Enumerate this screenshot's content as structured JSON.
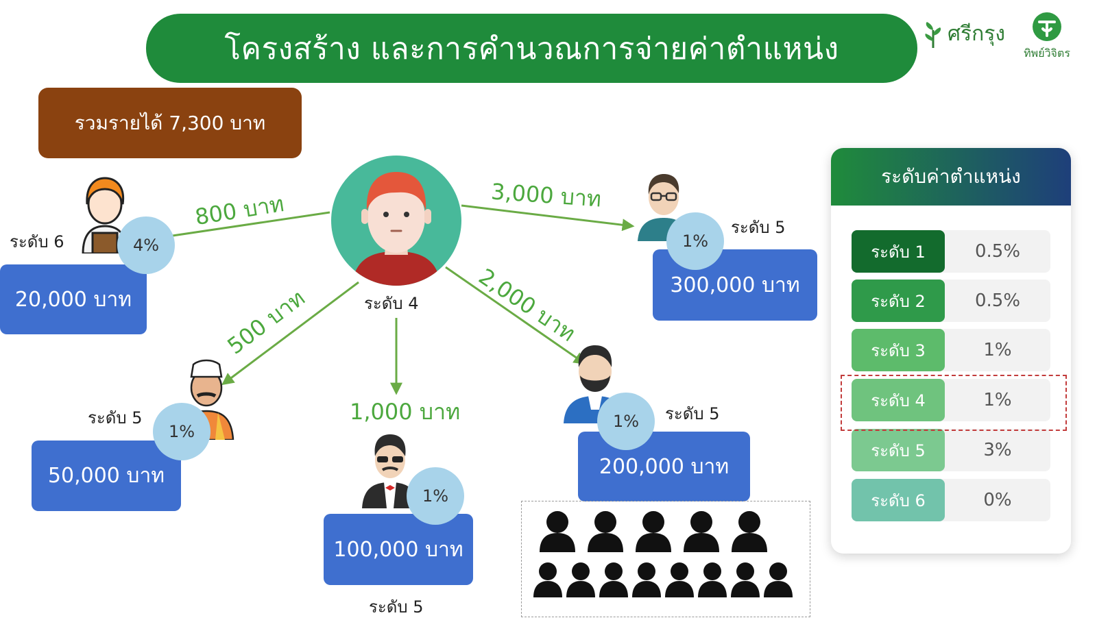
{
  "title": "โครงสร้าง และการคำนวณการจ่ายค่าตำแหน่ง",
  "logos": {
    "sirikrung": "ศรีกรุง",
    "thipwichit": "ทิพย์วิจิตร"
  },
  "total_income": "รวมรายได้ 7,300 บาท",
  "center": {
    "level": "ระดับ 4"
  },
  "nodes": [
    {
      "id": "n1",
      "level": "ระดับ 6",
      "percent": "4%",
      "amount": "20,000 บาท",
      "edge_label": "800 บาท"
    },
    {
      "id": "n2",
      "level": "ระดับ 5",
      "percent": "1%",
      "amount": "300,000 บาท",
      "edge_label": "3,000 บาท"
    },
    {
      "id": "n3",
      "level": "ระดับ 5",
      "percent": "1%",
      "amount": "50,000 บาท",
      "edge_label": "500 บาท"
    },
    {
      "id": "n4",
      "level": "ระดับ 5",
      "percent": "1%",
      "amount": "100,000 บาท",
      "edge_label": "1,000 บาท"
    },
    {
      "id": "n5",
      "level": "ระดับ 5",
      "percent": "1%",
      "amount": "200,000 บาท",
      "edge_label": "2,000 บาท"
    }
  ],
  "level_table": {
    "title": "ระดับค่าตำแหน่ง",
    "rows": [
      {
        "label": "ระดับ 1",
        "value": "0.5%",
        "color": "#136b2d"
      },
      {
        "label": "ระดับ 2",
        "value": "0.5%",
        "color": "#2f9a4a"
      },
      {
        "label": "ระดับ 3",
        "value": "1%",
        "color": "#5dbb6b"
      },
      {
        "label": "ระดับ 4",
        "value": "1%",
        "color": "#6fc37e"
      },
      {
        "label": "ระดับ 5",
        "value": "3%",
        "color": "#7cc990"
      },
      {
        "label": "ระดับ 6",
        "value": "0%",
        "color": "#72c3ab"
      }
    ],
    "highlight_index": 3
  },
  "colors": {
    "title_bg": "#1f8b3b",
    "total_bg": "#8a4210",
    "amount_bg": "#3f6fcf",
    "percent_bg": "#a8d3ea",
    "edge": "#6aab45"
  }
}
